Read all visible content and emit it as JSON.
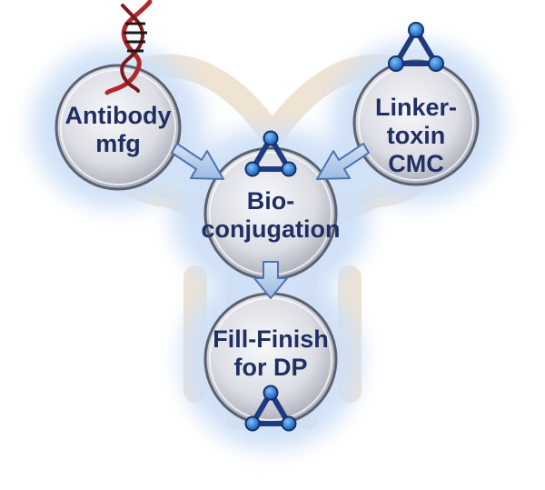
{
  "colors": {
    "label": "#1f2f63",
    "circle_fill_light": "#f4f5f8",
    "circle_fill_dark": "#b9bcc7",
    "circle_ring": "#5c6170",
    "glow": "#cfe0f7",
    "arrow_fill": "#b5cdea",
    "arrow_stroke": "#4f74b3",
    "triangle": "#203a7e",
    "dot": "#2f7fd0",
    "antibody_frame": "#e8dccd",
    "dna_red": "#b0282c"
  },
  "icons": {
    "dna": "dna-icon",
    "linker": "triangle-molecule-icon"
  },
  "nodes": {
    "antibody": {
      "line1": "Antibody",
      "line2": "mfg"
    },
    "linker": {
      "line1": "Linker-",
      "line2": "toxin",
      "line3": "CMC"
    },
    "bioconjugation": {
      "line1": "Bio-",
      "line2": "conjugation"
    },
    "fillfinish": {
      "line1": "Fill-Finish",
      "line2": "for DP"
    }
  }
}
